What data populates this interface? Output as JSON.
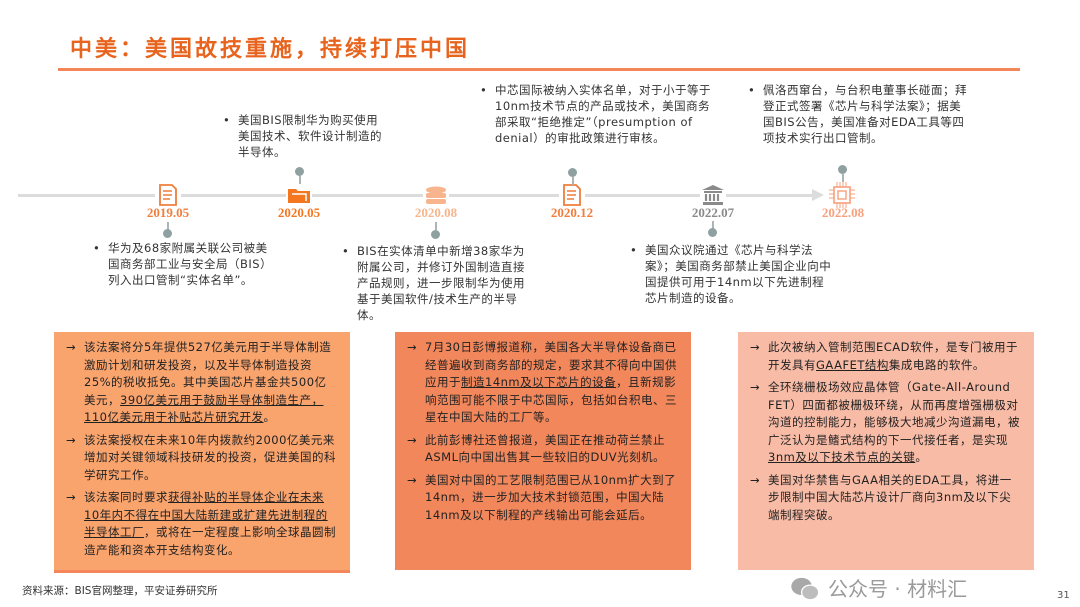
{
  "title": "中美：美国故技重施，持续打压中国",
  "colors": {
    "accent": "#e8641e",
    "box1": "#f9a36d",
    "box2": "#f2875c",
    "box3": "#f8bba6"
  },
  "timeline": [
    {
      "date": "2019.05",
      "icon": "document-icon",
      "color": "#f07d3c",
      "text": "华为及68家附属关联公司被美国商务部工业与安全局（BIS）列入出口管制“实体名单”。"
    },
    {
      "date": "2020.05",
      "icon": "folder-icon",
      "color": "#f4761f",
      "text": "美国BIS限制华为购买使用美国技术、软件设计制造的半导体。"
    },
    {
      "date": "2020.08",
      "icon": "database-icon",
      "color": "#f8b48c",
      "text": "BIS在实体清单中新增38家华为附属公司，并修订外国制造直接产品规则，进一步限制华为使用基于美国软件/技术生产的半导体。"
    },
    {
      "date": "2020.12",
      "icon": "document-icon",
      "color": "#f07d3c",
      "text": "中芯国际被纳入实体名单，对于小于等于10nm技术节点的产品或技术，美国商务部采取“拒绝推定”（presumption of denial）的审批政策进行审核。"
    },
    {
      "date": "2022.07",
      "icon": "government-building-icon",
      "color": "#8a8a8a",
      "text": "美国众议院通过《芯片与科学法案》；美国商务部禁止美国企业向中国提供可用于14nm以下先进制程芯片制造的设备。"
    },
    {
      "date": "2022.08",
      "icon": "chip-icon",
      "color": "#f7a07c",
      "text": "佩洛西窜台，与台积电董事长碰面；拜登正式签署《芯片与科学法案》；据美国BIS公告，美国准备对EDA工具等四项技术实行出口管制。"
    }
  ],
  "boxes": [
    [
      [
        {
          "t": "该法案将分5年提供527亿美元用于半导体制造激励计划和研发投资，以及半导体制造投资25%的税收抵免。其中美国芯片基金共500亿美元，"
        },
        {
          "t": "390亿美元用于鼓励半导体制造生产，110亿美元用于补贴芯片研究开发",
          "u": true
        },
        {
          "t": "。"
        }
      ],
      [
        {
          "t": "该法案授权在未来10年内拨款约2000亿美元来增加对关键领域科技研发的投资，促进美国的科学研究工作。"
        }
      ],
      [
        {
          "t": "该法案同时要求"
        },
        {
          "t": "获得补贴的半导体企业在未来10年内不得在中国大陆新建或扩建先进制程的半导体工厂",
          "u": true
        },
        {
          "t": "，或将在一定程度上影响全球晶圆制造产能和资本开支结构变化。"
        }
      ]
    ],
    [
      [
        {
          "t": "7月30日彭博报道称，美国各大半导体设备商已经普遍收到商务部的规定，要求其不得向中国供应用于"
        },
        {
          "t": "制造14nm及以下芯片的设备",
          "u": true
        },
        {
          "t": "，且新规影响范围可能不限于中芯国际，包括如台积电、三星在中国大陆的工厂等。"
        }
      ],
      [
        {
          "t": "此前彭博社还曾报道，美国正在推动荷兰禁止ASML向中国出售其一些较旧的DUV光刻机。"
        }
      ],
      [
        {
          "t": "美国对中国的工艺限制范围已从10nm扩大到了14nm，进一步加大技术封锁范围，中国大陆14nm及以下制程的产线输出可能会延后。"
        }
      ]
    ],
    [
      [
        {
          "t": "此次被纳入管制范围ECAD软件，是专门被用于开发具有"
        },
        {
          "t": "GAAFET结构",
          "u": true
        },
        {
          "t": "集成电路的软件。"
        }
      ],
      [
        {
          "t": "全环绕栅极场效应晶体管（Gate-All-Around FET）四面都被栅极环绕，从而再度增强栅极对沟道的控制能力，能够极大地减少沟道漏电，被广泛认为是鳍式结构的下一代接任者，是实现"
        },
        {
          "t": "3nm及以下技术节点的关键",
          "u": true
        },
        {
          "t": "。"
        }
      ],
      [
        {
          "t": "美国对华禁售与GAA相关的EDA工具，将进一步限制中国大陆芯片设计厂商向3nm及以下尖端制程突破。"
        }
      ]
    ]
  ],
  "bullet": "•",
  "arrow": "→",
  "footer": "资料来源：BIS官网整理，平安证券研究所",
  "page_number": "31",
  "watermark": "公众号 · 材料汇"
}
